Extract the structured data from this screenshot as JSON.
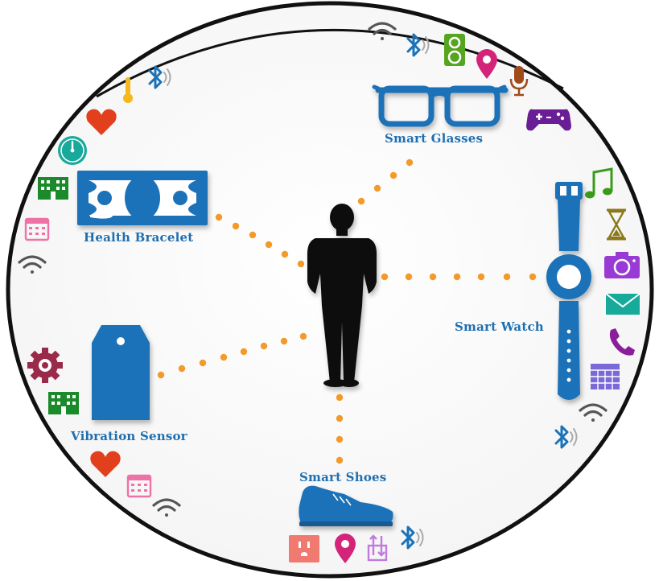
{
  "labels": {
    "smart_glasses": "Smart Glasses",
    "health_bracelet": "Health Bracelet",
    "smart_watch": "Smart Watch",
    "vibration_sensor": "Vibration Sensor",
    "smart_shoes": "Smart Shoes"
  },
  "colors": {
    "device_blue": "#1a72b8",
    "label_blue": "#1f6fb0",
    "connector_orange": "#f39a2b",
    "person_black": "#0a0a0a",
    "ring_black": "#111111",
    "wifi_gray": "#555555",
    "bluetooth_blue": "#1a72b8",
    "heart_red": "#e2401c",
    "calendar_pink": "#ef72a6",
    "building_green": "#1a8a2a",
    "gauge_teal": "#17a99a",
    "thermometer_yellow": "#f4b81a",
    "speaker_green": "#55a520",
    "pin_magenta": "#d4247a",
    "mic_brown": "#a04a1a",
    "gamepad_purple": "#6a1e96",
    "music_green": "#3a9a1a",
    "hourglass_olive": "#8a7a1a",
    "camera_purple": "#9a3ad4",
    "mail_teal": "#17a99a",
    "phone_purple": "#8a1e9a",
    "grid_calendar_purple": "#7a6ad8",
    "gear_maroon": "#9a2a4a",
    "outlet_salmon": "#f07a70",
    "transfer_violet": "#c07ae0"
  },
  "icons": [
    "wifi-icon",
    "bluetooth-icon",
    "speaker-icon",
    "location-pin-icon",
    "microphone-icon",
    "gamepad-icon",
    "thermometer-icon",
    "heart-icon",
    "gauge-icon",
    "building-icon",
    "calendar-icon",
    "music-note-icon",
    "hourglass-icon",
    "camera-icon",
    "mail-icon",
    "phone-icon",
    "grid-calendar-icon",
    "gear-icon",
    "power-outlet-icon",
    "transfer-arrows-icon"
  ]
}
